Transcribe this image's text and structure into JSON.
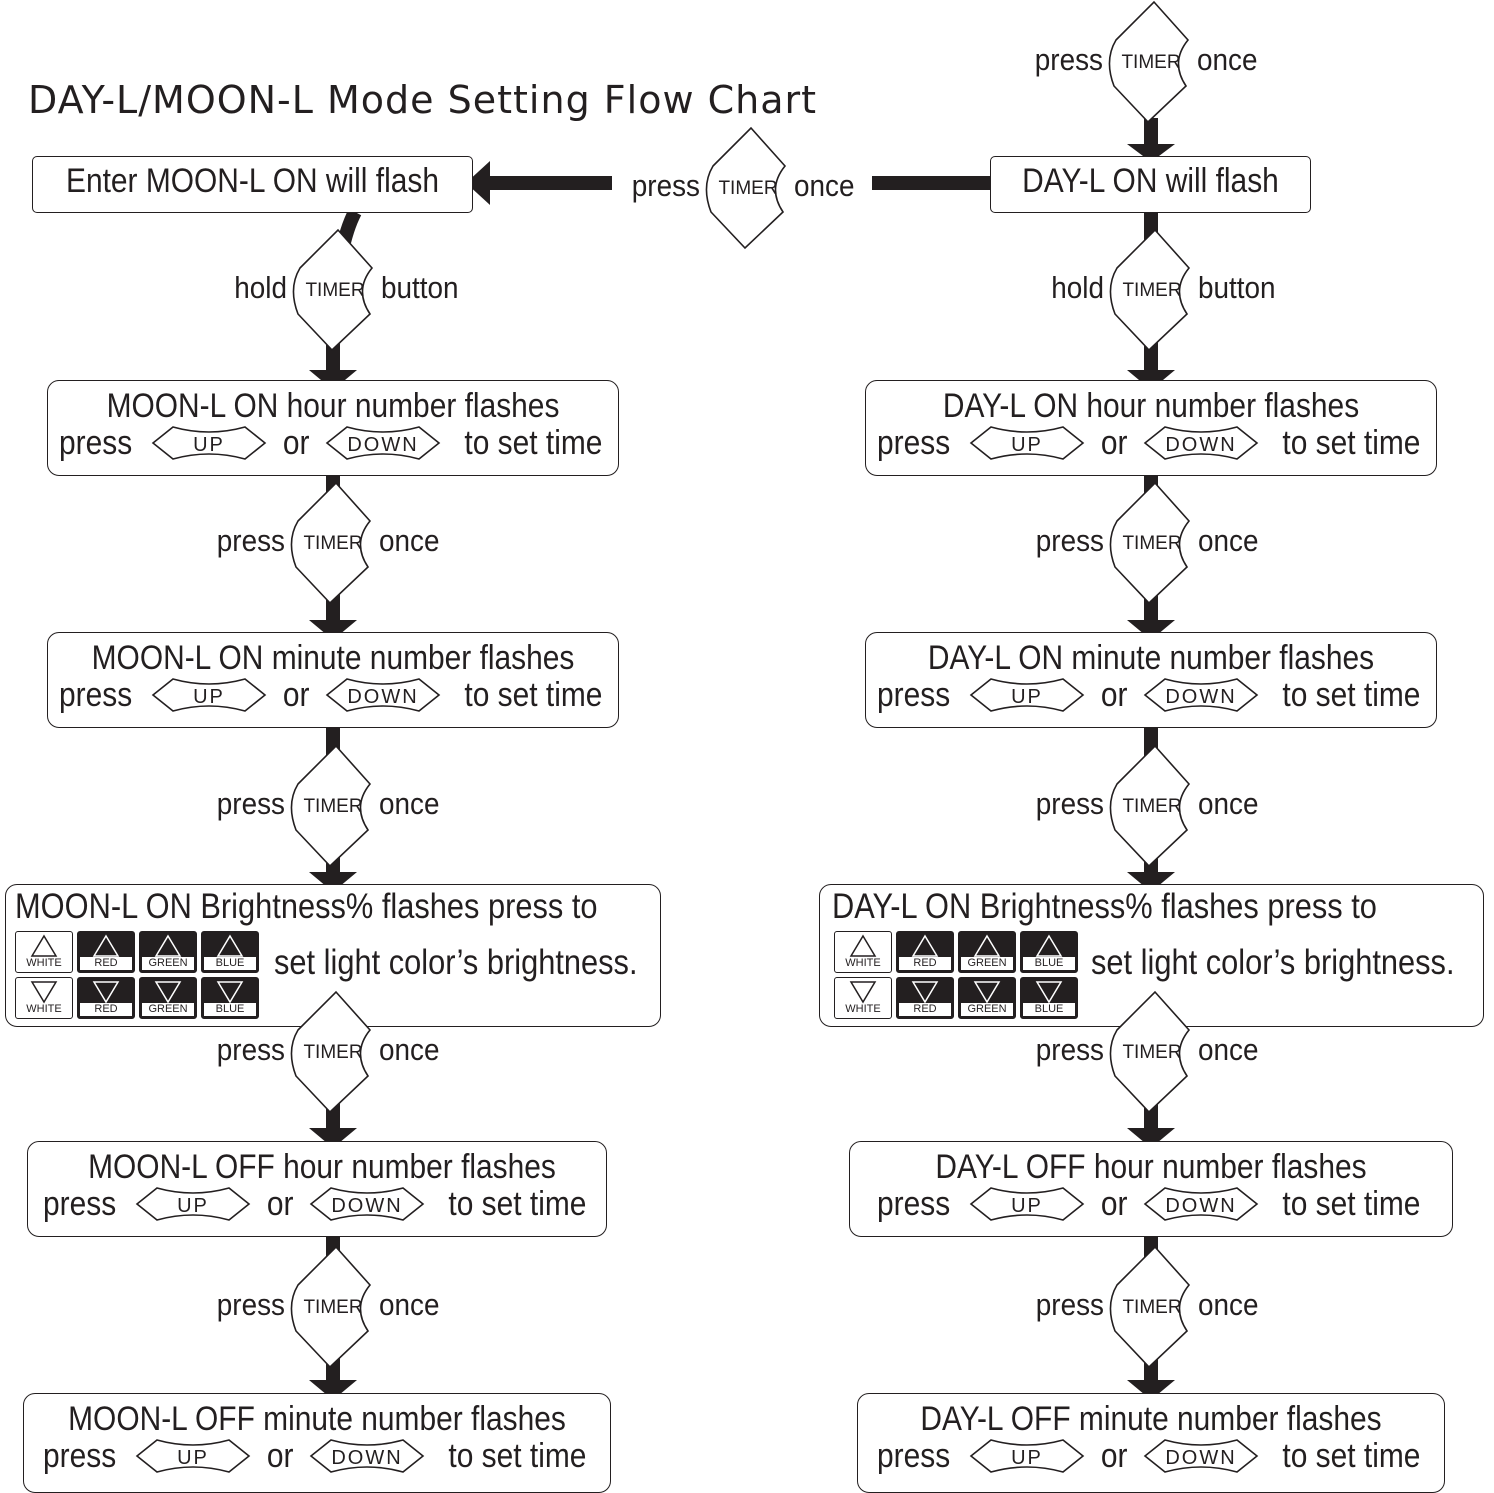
{
  "title": "DAY-L/MOON-L Mode Setting Flow Chart",
  "button_labels": {
    "timer": "TIMER",
    "up": "UP",
    "down": "DOWN"
  },
  "words": {
    "press": "press",
    "once": "once",
    "hold": "hold",
    "button": "button",
    "or": "or",
    "to_set_time": "to set time"
  },
  "key_colors": [
    "WHITE",
    "RED",
    "GREEN",
    "BLUE"
  ],
  "moon": {
    "enter": "Enter MOON-L ON will flash",
    "on_hour": "MOON-L ON hour number flashes",
    "on_minute": "MOON-L ON minute number flashes",
    "on_brightness": "MOON-L ON Brightness% flashes press to",
    "brightness_note": "set light color’s brightness.",
    "off_hour": "MOON-L OFF hour number flashes",
    "off_minute": "MOON-L OFF minute number flashes"
  },
  "day": {
    "enter": "DAY-L ON will flash",
    "on_hour": "DAY-L ON hour number flashes",
    "on_minute": "DAY-L ON minute number flashes",
    "on_brightness": "DAY-L ON Brightness% flashes press to",
    "brightness_note": "set light color’s brightness.",
    "off_hour": "DAY-L OFF hour number flashes",
    "off_minute": "DAY-L OFF minute number flashes"
  }
}
